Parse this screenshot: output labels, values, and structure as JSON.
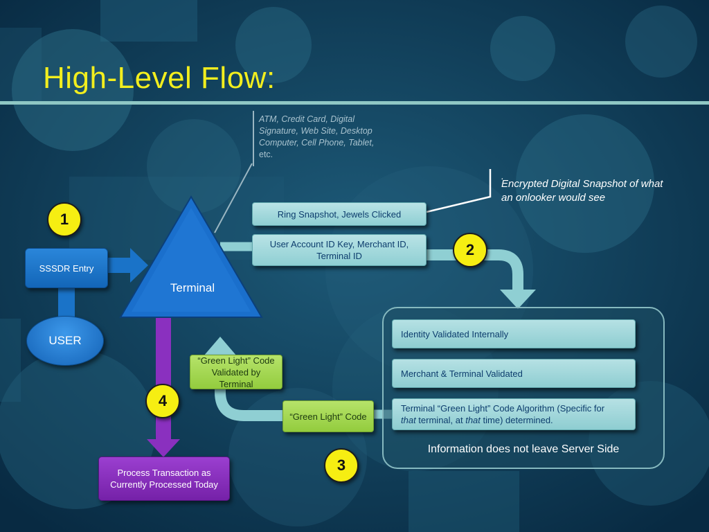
{
  "slide": {
    "title": "High-Level Flow:"
  },
  "notes": {
    "devices_italic": "ATM, Credit Card, Digital Signature, Web Site, Desktop Computer, Cell Phone, Tablet,",
    "devices_plain": " etc.",
    "snapshot_dot": ".",
    "snapshot_text": "Encrypted Digital Snapshot of what an onlooker would see"
  },
  "left": {
    "entry_label": "SSSDR Entry",
    "user_label": "USER",
    "terminal_label": "Terminal",
    "process_label": "Process Transaction as Currently Processed Today"
  },
  "messages": {
    "ring_snapshot": "Ring Snapshot, Jewels Clicked",
    "account_key": "User Account ID Key, Merchant ID, Terminal ID",
    "green_light_code": "“Green Light” Code",
    "green_light_validated": "“Green Light” Code Validated by Terminal"
  },
  "server": {
    "identity": "Identity Validated Internally",
    "merchant": "Merchant & Terminal Validated",
    "algorithm_part1": "Terminal “Green Light” Code Algorithm (Specific for",
    "algorithm_that1": "that",
    "algorithm_part2": " terminal, at ",
    "algorithm_that2": "that",
    "algorithm_part3": " time) determined.",
    "caption": "Information does not leave Server Side"
  },
  "steps": [
    "1",
    "2",
    "3",
    "4"
  ],
  "colors": {
    "background": "#0d3550",
    "title": "#f2ee1e",
    "step_badge": "#f6ee12",
    "teal_box": "#a3d8dc",
    "green_box": "#a3d653",
    "blue_box": "#1a73c8",
    "purple_box": "#8a30bf"
  }
}
